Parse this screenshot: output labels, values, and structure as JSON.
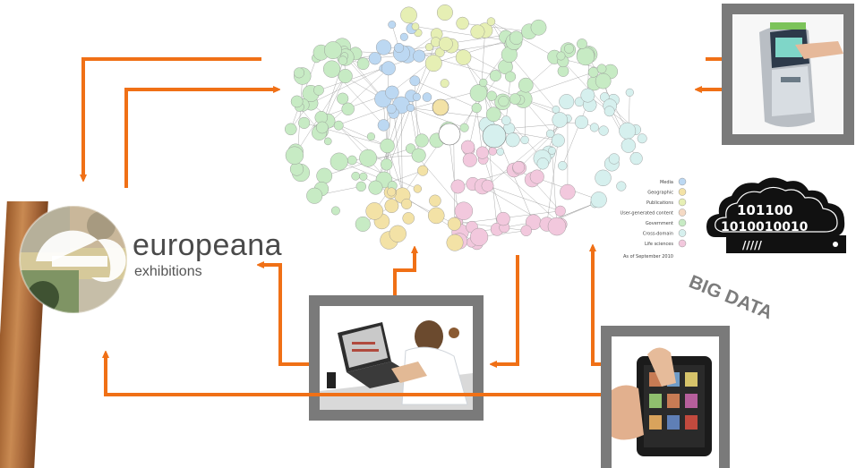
{
  "brand": {
    "name": "europeana",
    "subtitle": "exhibitions",
    "logo_color": "#f07c1e"
  },
  "cloud": {
    "legend": [
      {
        "label": "Media",
        "color": "#bcd8f2"
      },
      {
        "label": "Geographic",
        "color": "#f3e2a6"
      },
      {
        "label": "Publications",
        "color": "#e6efb4"
      },
      {
        "label": "User-generated content",
        "color": "#f4d9c4"
      },
      {
        "label": "Government",
        "color": "#c7ebc4"
      },
      {
        "label": "Cross-domain",
        "color": "#d6f0ee"
      },
      {
        "label": "Life sciences",
        "color": "#f2c8dd"
      }
    ],
    "date_note": "As of September 2010"
  },
  "big_data": {
    "label": "BIG DATA",
    "binary_line1": "101100",
    "binary_line2": "1010010010",
    "server_text": "/////"
  },
  "colors": {
    "arrow": "#f07016",
    "frame": "#7a7a7a",
    "big_data_text": "#7c7c7c"
  },
  "devices": {
    "kiosk": "kiosk-photo",
    "laptop": "laptop-user-photo",
    "tablet": "tablet-photo"
  }
}
